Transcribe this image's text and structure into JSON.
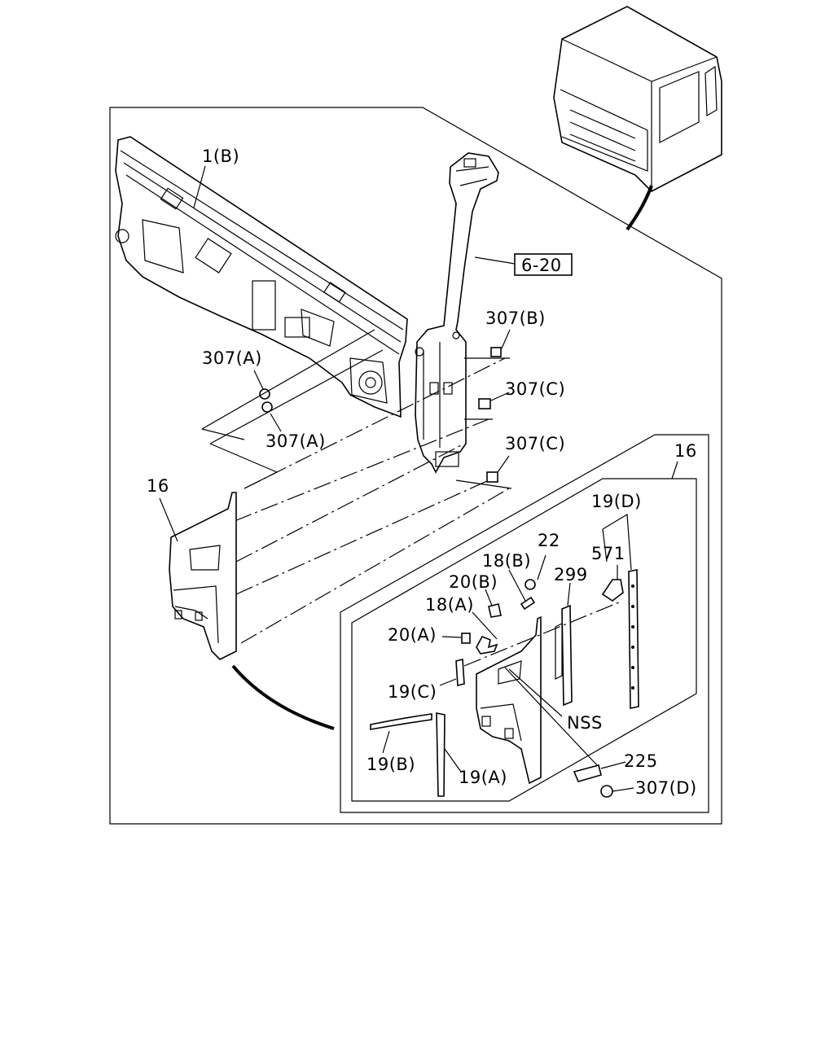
{
  "labels": {
    "dash_panel": "1(B)",
    "ref_box": "6-20",
    "clip_307B": "307(B)",
    "clip_307A_top": "307(A)",
    "clip_307A_bottom": "307(A)",
    "clip_307C_top": "307(C)",
    "clip_307C_bottom": "307(C)",
    "trim_16_left": "16",
    "trim_16_inset": "16",
    "trim_19D": "19(D)",
    "part_22": "22",
    "part_571": "571",
    "part_18B": "18(B)",
    "part_299": "299",
    "part_20B": "20(B)",
    "part_18A": "18(A)",
    "part_20A": "20(A)",
    "part_19C": "19(C)",
    "nss": "NSS",
    "part_225": "225",
    "clip_307D": "307(D)",
    "part_19B": "19(B)",
    "part_19A": "19(A)"
  }
}
